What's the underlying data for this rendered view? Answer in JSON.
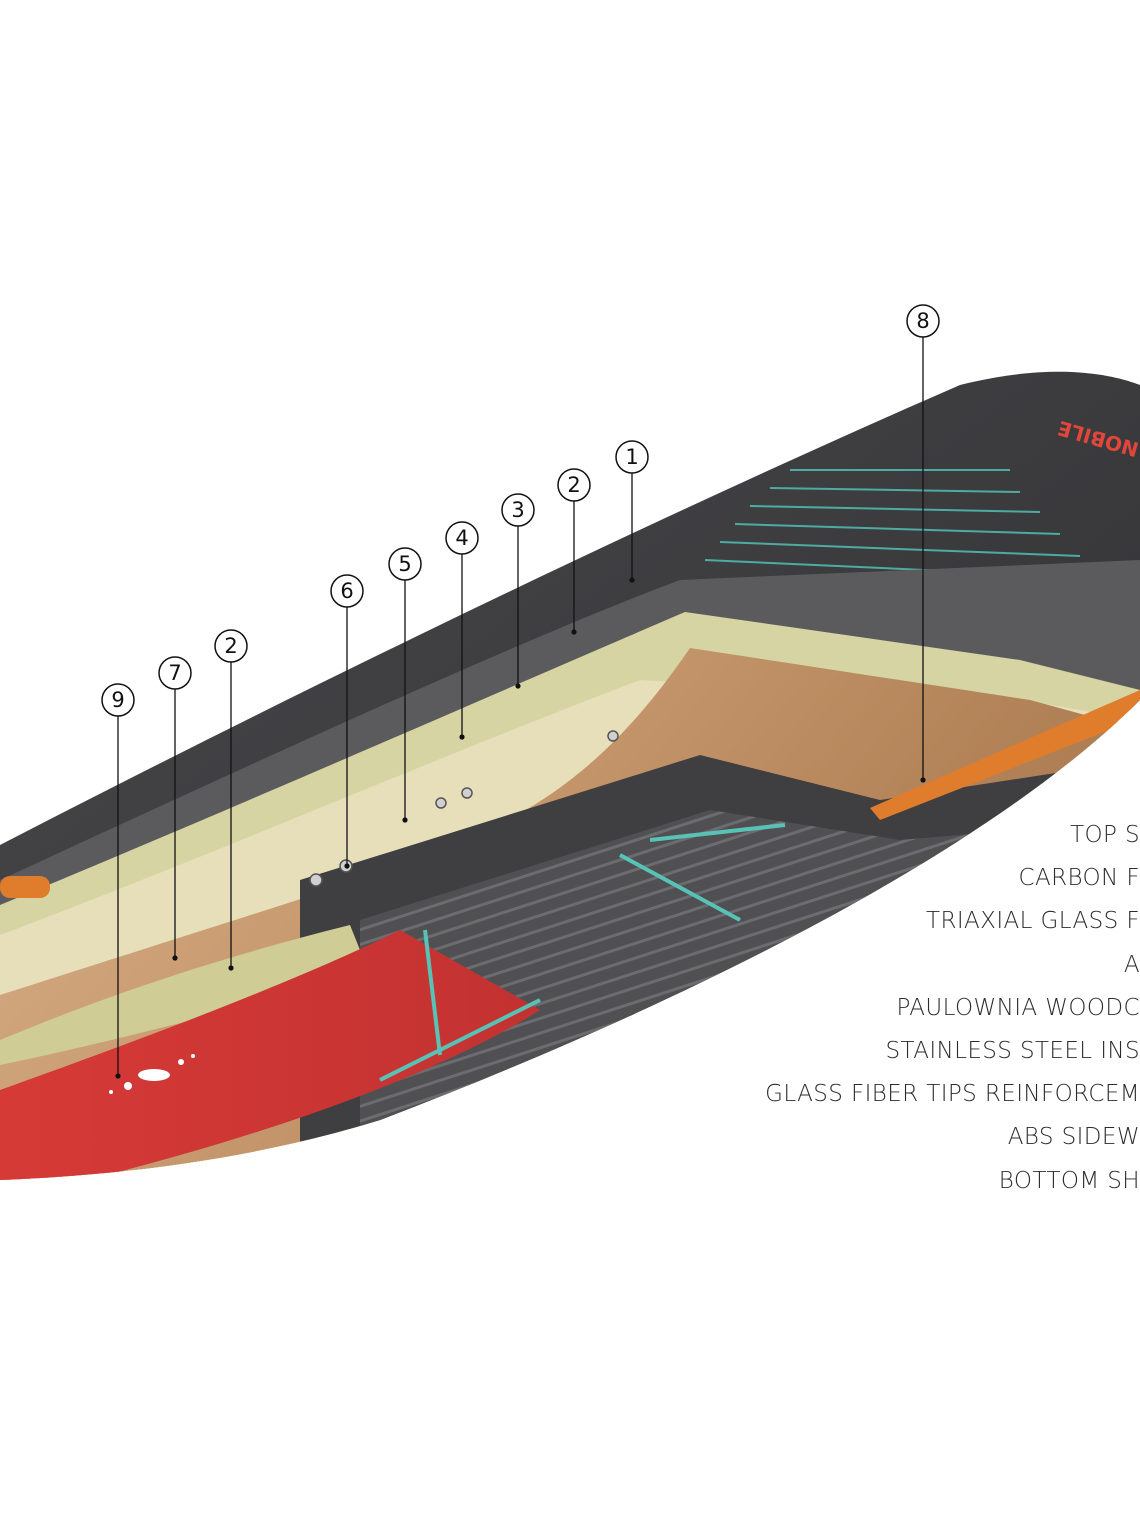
{
  "brand": {
    "logo_text": "NOBILE"
  },
  "callouts": [
    {
      "number": "1"
    },
    {
      "number": "2"
    },
    {
      "number": "3"
    },
    {
      "number": "4"
    },
    {
      "number": "5"
    },
    {
      "number": "6"
    },
    {
      "number": "2"
    },
    {
      "number": "7"
    },
    {
      "number": "9"
    },
    {
      "number": "8"
    }
  ],
  "legend": [
    "TOP S",
    "CARBON F",
    "TRIAXIAL GLASS F",
    "A",
    "PAULOWNIA WOODC",
    "STAINLESS STEEL INS",
    "GLASS FIBER TIPS REINFORCEM",
    "ABS SIDEW",
    "BOTTOM SH"
  ],
  "colors": {
    "carbon_top": "#3d3d40",
    "carbon_layer": "#5a5a5d",
    "triaxial_glass": "#d8d7a6",
    "abs_layer": "#e4dcb4",
    "paulownia": "#c89a6e",
    "bottom_red": "#cf3534",
    "accent_teal": "#58c2b6",
    "sidewall_orange": "#e07d2c"
  }
}
